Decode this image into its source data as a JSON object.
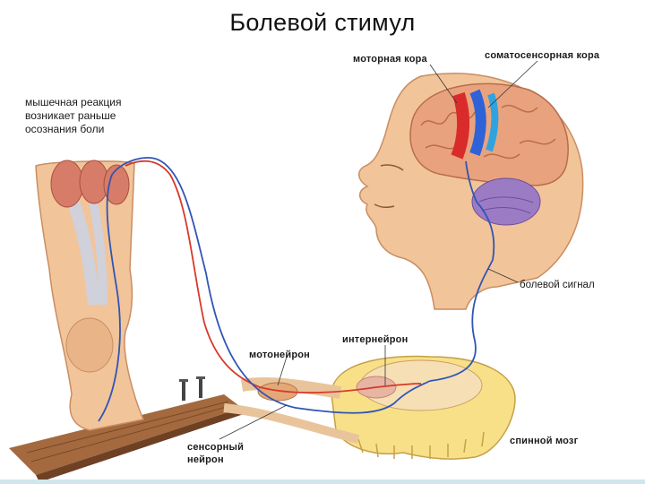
{
  "title": "Болевой стимул",
  "labels": {
    "muscle_reaction": [
      "мышечная реакция",
      "возникает раньше",
      "осознания боли"
    ],
    "motor_cortex": "моторная кора",
    "somatosensory_cortex": "соматосенсорная кора",
    "pain_signal": "болевой сигнал",
    "interneuron": "интернейрон",
    "motoneuron": "мотонейрон",
    "sensory_neuron": [
      "сенсорный",
      "нейрон"
    ],
    "spinal_cord": "спинной мозг"
  },
  "colors": {
    "motor_pathway": "#d63a2a",
    "sensory_pathway": "#2f55b5",
    "skin": "#f2c49a",
    "brain": "#e8a37e",
    "cerebellum": "#9b7cc4",
    "spinal_gray": "#f6dfb4",
    "spinal_white": "#f8e088"
  }
}
